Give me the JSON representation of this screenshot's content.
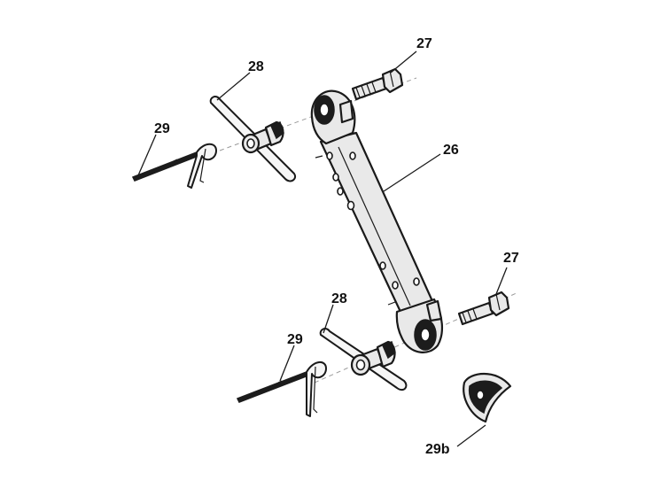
{
  "callouts": {
    "arm": "26",
    "bolt_top": "27",
    "bolt_bottom": "27",
    "pin_top": "28",
    "pin_bottom": "28",
    "clip_top": "29",
    "clip_bottom": "29",
    "bracket": "29b"
  },
  "colors": {
    "line": "#1a1a1a",
    "fill": "#e9e9e9",
    "background": "#ffffff"
  }
}
